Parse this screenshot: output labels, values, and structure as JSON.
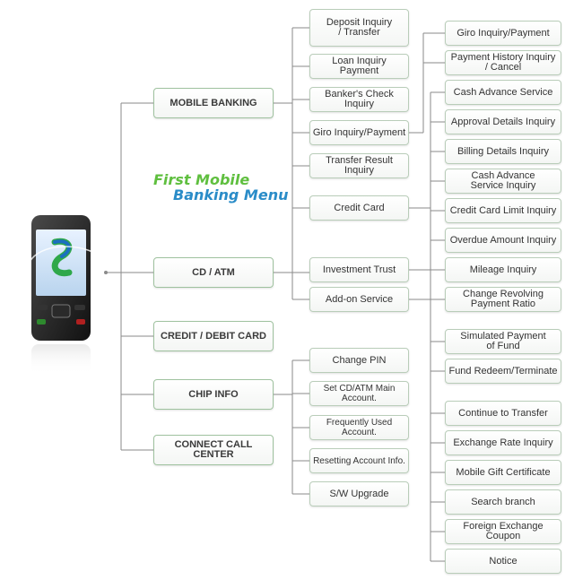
{
  "title": {
    "line1": "First Mobile",
    "line2": "Banking Menu"
  },
  "main_menu": {
    "mobile_banking": "MOBILE BANKING",
    "cd_atm": "CD / ATM",
    "credit_debit_card": "CREDIT / DEBIT CARD",
    "chip_info": "CHIP INFO",
    "connect_call_center": "CONNECT CALL CENTER"
  },
  "mobile_banking_items": {
    "deposit": "Deposit Inquiry\n/ Transfer",
    "loan": "Loan Inquiry Payment",
    "bankers_check": "Banker's Check Inquiry",
    "giro": "Giro Inquiry/Payment",
    "transfer_result": "Transfer Result Inquiry",
    "credit_card": "Credit Card",
    "investment_trust": "Investment Trust",
    "addon_service": "Add-on Service"
  },
  "chip_info_items": {
    "change_pin": "Change PIN",
    "set_main_account": "Set CD/ATM Main Account.",
    "frequently_used": "Frequently Used Account.",
    "resetting": "Resetting Account Info.",
    "sw_upgrade": "S/W Upgrade"
  },
  "giro_items": {
    "giro_payment": "Giro Inquiry/Payment",
    "payment_history": "Payment History Inquiry\n/ Cancel"
  },
  "credit_card_items": {
    "cash_advance": "Cash Advance Service",
    "approval_details": "Approval Details Inquiry",
    "billing_details": "Billing Details Inquiry",
    "cash_advance_inquiry": "Cash Advance\nService Inquiry",
    "limit_inquiry": "Credit Card Limit Inquiry",
    "overdue": "Overdue Amount Inquiry",
    "mileage": "Mileage Inquiry",
    "revolving": "Change Revolving\nPayment Ratio"
  },
  "investment_items": {
    "simulated_payment": "Simulated Payment\nof Fund",
    "fund_redeem": "Fund Redeem/Terminate"
  },
  "addon_items": {
    "continue_transfer": "Continue to Transfer",
    "exchange_rate": "Exchange Rate Inquiry",
    "mobile_gift": "Mobile Gift  Certificate",
    "search_branch": "Search branch",
    "fx_coupon": "Foreign Exchange Coupon",
    "notice": "Notice"
  },
  "colors": {
    "title_green": "#5fbf3f",
    "title_blue": "#2a8cc8",
    "line": "#8a8a8a",
    "border": "#b9cdb9"
  }
}
